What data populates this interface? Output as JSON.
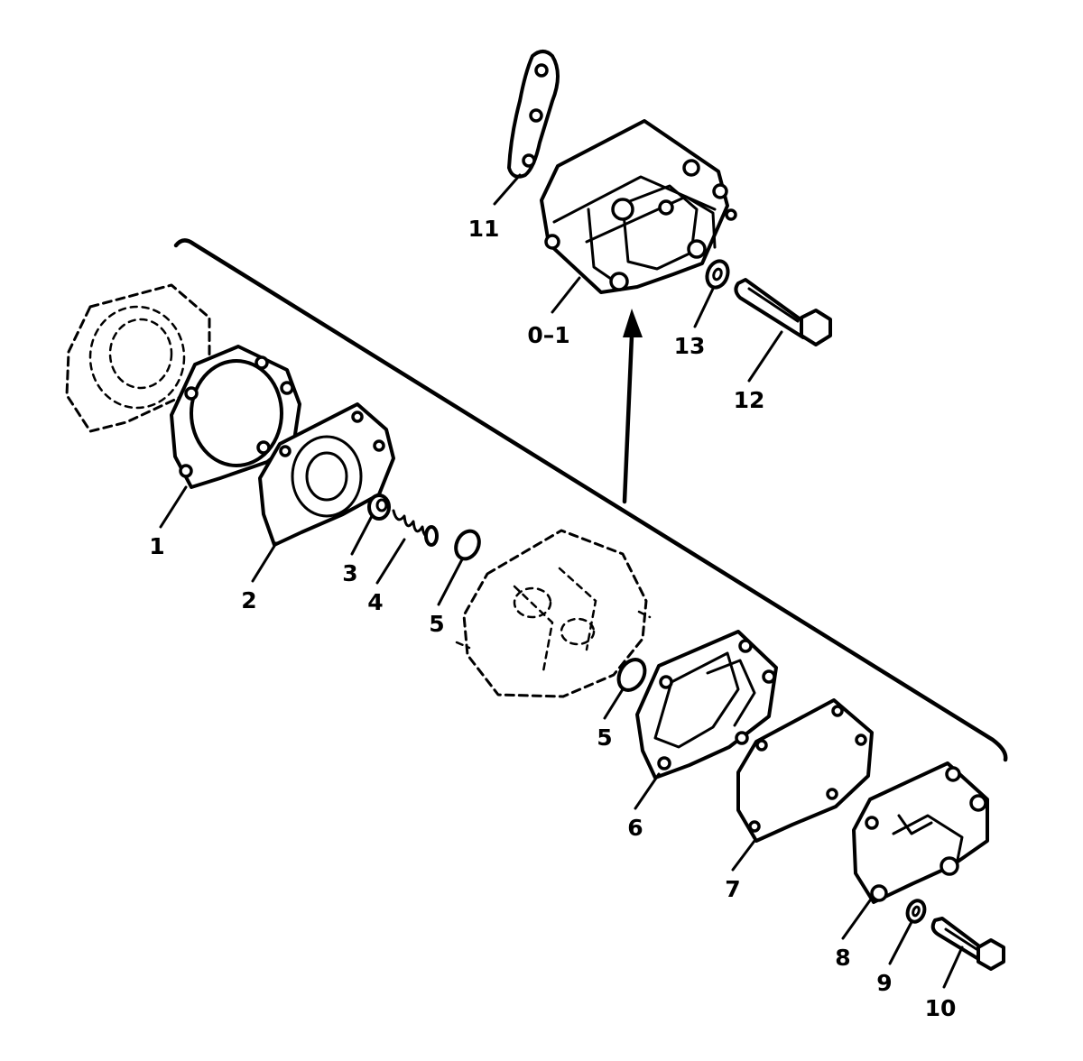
{
  "callouts": {
    "c1": "1",
    "c2": "2",
    "c3": "3",
    "c4": "4",
    "c5a": "5",
    "c5b": "5",
    "c6": "6",
    "c7": "7",
    "c8": "8",
    "c9": "9",
    "c10": "10",
    "c11": "11",
    "c12": "12",
    "c13": "13",
    "c01": "0–1"
  }
}
